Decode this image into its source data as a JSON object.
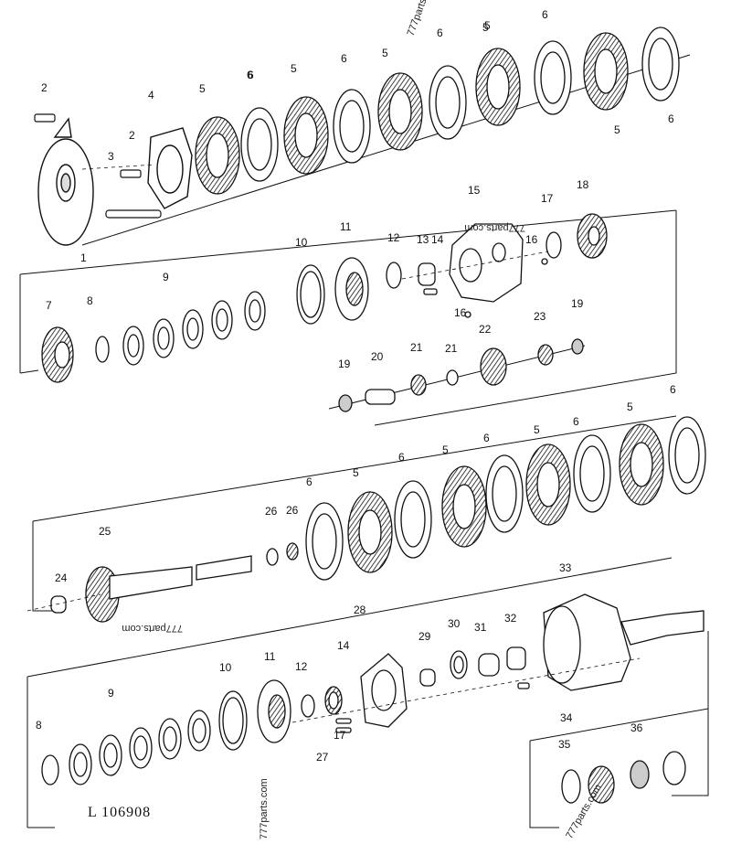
{
  "figure_id": "L 106908",
  "watermark": "777parts.com",
  "callouts": [
    "1",
    "2",
    "2",
    "3",
    "4",
    "5",
    "5",
    "5",
    "5",
    "5",
    "5",
    "6",
    "6",
    "6",
    "6",
    "6",
    "6",
    "7",
    "8",
    "9",
    "10",
    "11",
    "12",
    "13",
    "14",
    "15",
    "16",
    "16",
    "17",
    "18",
    "19",
    "19",
    "20",
    "21",
    "21",
    "22",
    "23",
    "5",
    "5",
    "5",
    "5",
    "6",
    "6",
    "6",
    "6",
    "6",
    "24",
    "25",
    "26",
    "26",
    "8",
    "9",
    "10",
    "11",
    "12",
    "14",
    "17",
    "27",
    "28",
    "29",
    "30",
    "31",
    "32",
    "33",
    "34",
    "35",
    "36"
  ],
  "parts": {
    "friction_disk": "5",
    "separator_plate": "6",
    "shim": "9",
    "seal_ring": "10",
    "piston": "11",
    "gear_18": "18",
    "gear_7": "7",
    "gear_23": "23",
    "input_shaft": "25",
    "housing_33": "33"
  }
}
